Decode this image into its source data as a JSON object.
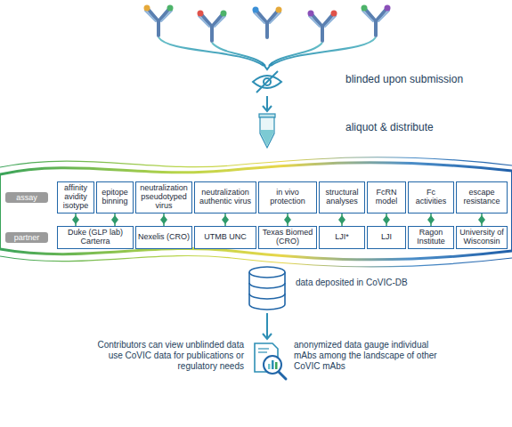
{
  "diagram": {
    "nodes": [
      {
        "text": [
          "assay"
        ]
      },
      {
        "text": [
          "affinity avidity isotype"
        ]
      },
      {
        "text": [
          "epitope binning"
        ]
      },
      {
        "text": [
          "neutralization pseudotyped virus"
        ]
      },
      {
        "text": [
          "neutralization authentic virus"
        ]
      },
      {
        "text": [
          "in vivo protection"
        ]
      },
      {
        "text": [
          "structural analyses"
        ]
      },
      {
        "text": [
          "FcRN model"
        ]
      },
      {
        "text": [
          "Fc activities"
        ]
      },
      {
        "text": [
          "escape resistance"
        ]
      },
      {
        "text": [
          "partner"
        ]
      },
      {
        "text": [
          "Duke (GLP lab) Carterra"
        ]
      },
      {
        "text": [
          "Nexelis (CRO)"
        ]
      },
      {
        "text": [
          "UTMB UNC"
        ]
      },
      {
        "text": [
          "Texas Biomed (CRO)"
        ]
      },
      {
        "text": [
          "LJI*"
        ]
      },
      {
        "text": [
          "LJI"
        ]
      },
      {
        "text": [
          "Ragon Institute"
        ]
      },
      {
        "text": [
          "University of Wisconsin"
        ]
      }
    ],
    "edges": [
      {
        "from": 1,
        "to": 11,
        "arrow": "none"
      },
      {
        "from": 2,
        "to": 11,
        "arrow": "none"
      },
      {
        "from": 3,
        "to": 12,
        "arrow": "none"
      },
      {
        "from": 4,
        "to": 13,
        "arrow": "none"
      },
      {
        "from": 5,
        "to": 14,
        "arrow": "none"
      },
      {
        "from": 6,
        "to": 15,
        "arrow": "none"
      },
      {
        "from": 7,
        "to": 16,
        "arrow": "none"
      },
      {
        "from": 8,
        "to": 17,
        "arrow": "none"
      },
      {
        "from": 9,
        "to": 18,
        "arrow": "none"
      }
    ],
    "labels": [
      "blinded upon submission",
      "aliquot & distribute",
      "data deposited in CoVIC-DB",
      "Contributors can view unblinded data use CoVIC data for publications or regulatory needs",
      "anonymized data gauge individual mAbs among the landscape of other CoVIC mAbs"
    ]
  }
}
